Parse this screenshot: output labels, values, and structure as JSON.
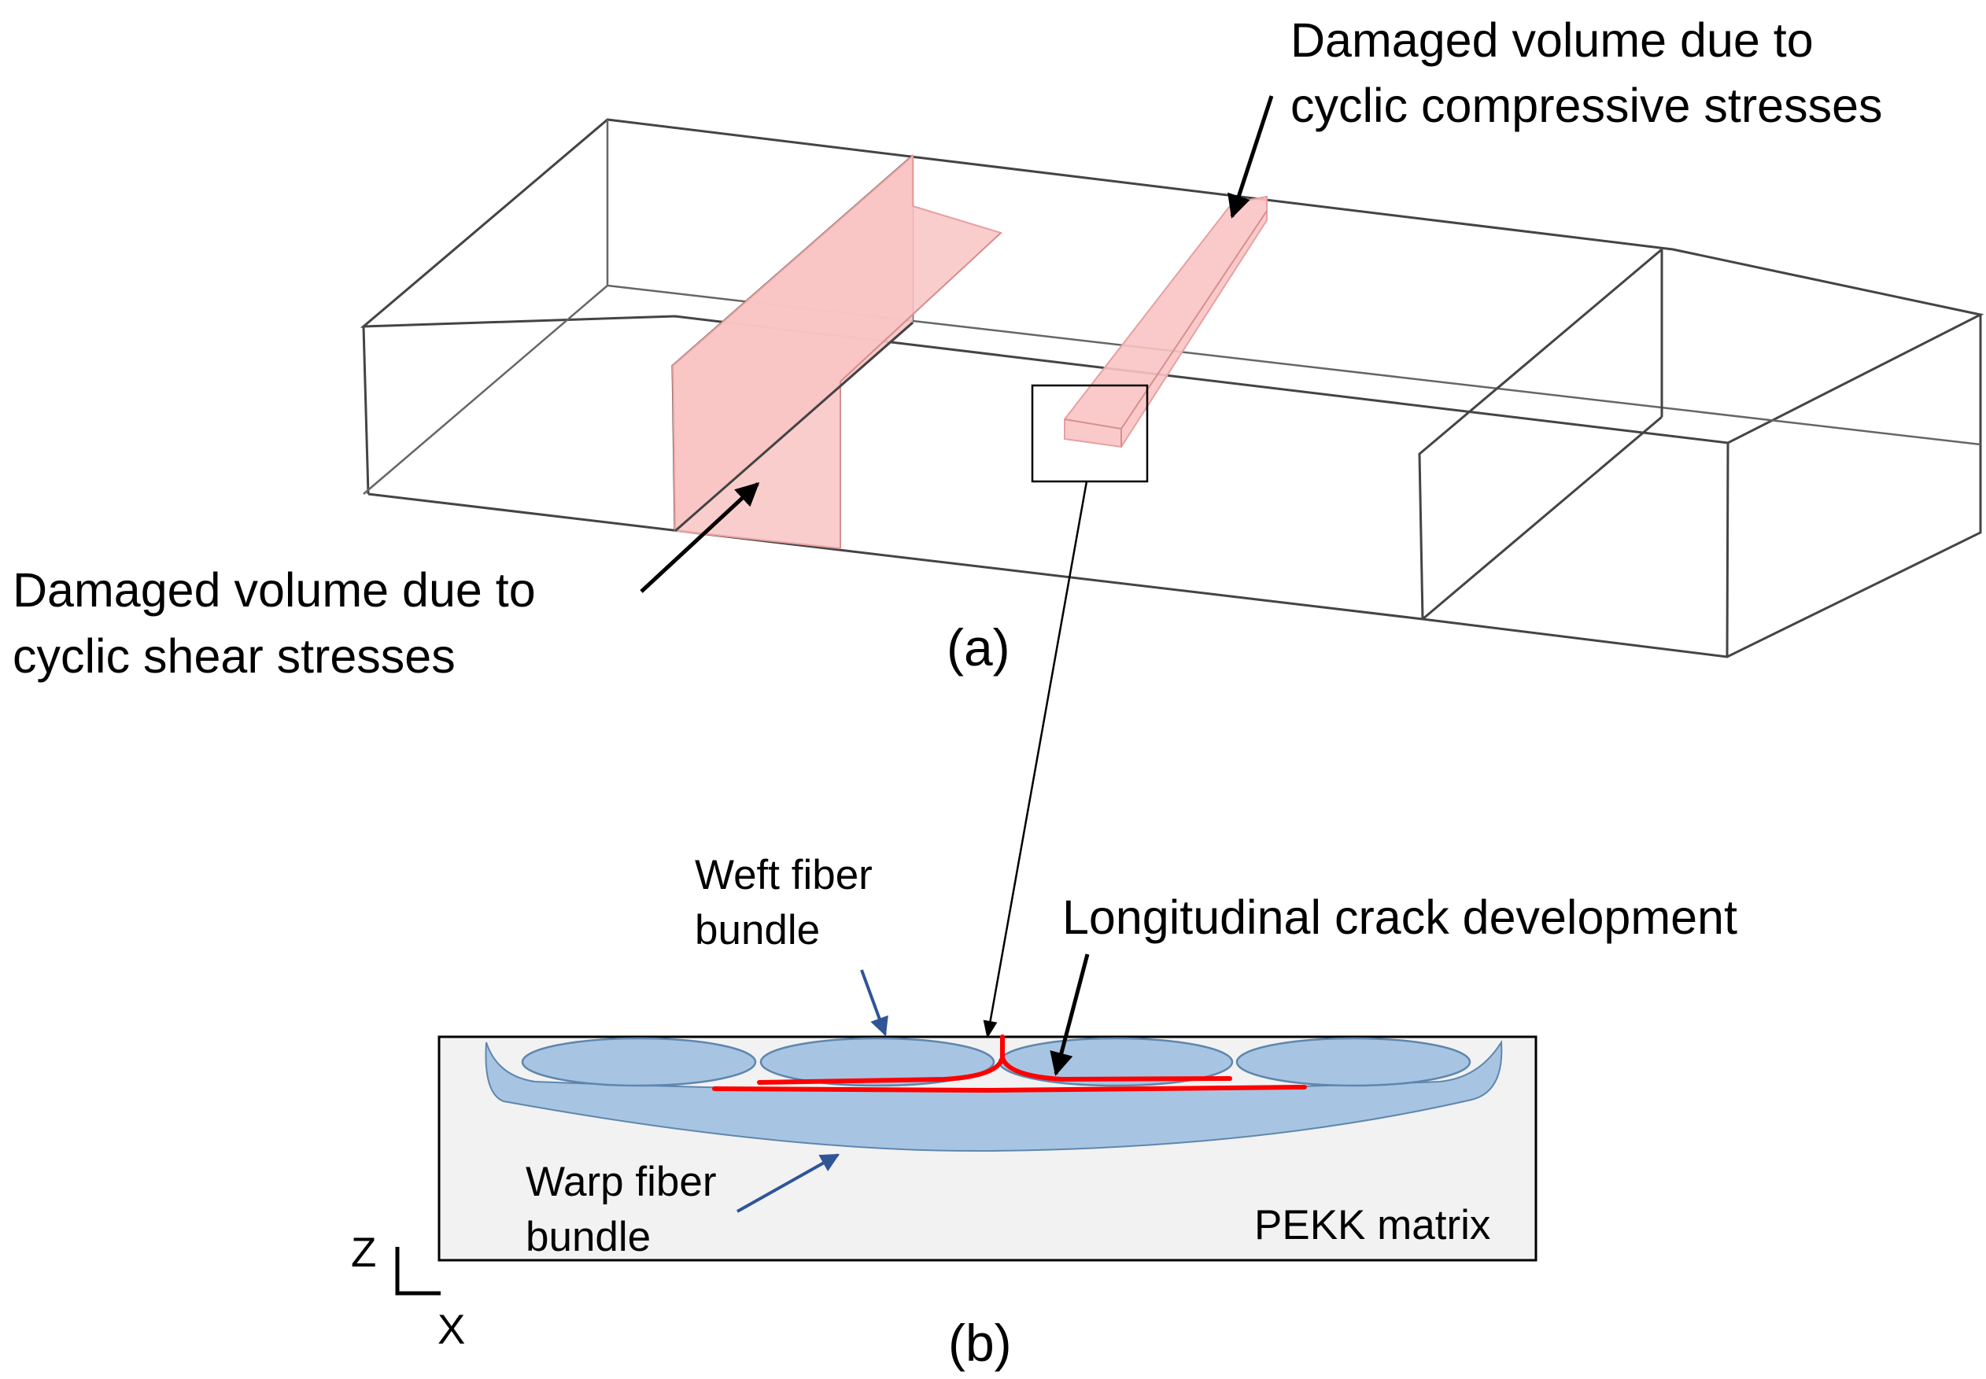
{
  "panel_a": {
    "caption": "(a)",
    "label_compressive": [
      "Damaged volume due to",
      "cyclic compressive stresses"
    ],
    "label_shear": [
      "Damaged volume due to",
      "cyclic shear stresses"
    ]
  },
  "panel_b": {
    "caption": "(b)",
    "weft_label": [
      "Weft fiber",
      "bundle"
    ],
    "warp_label": [
      "Warp fiber",
      "bundle"
    ],
    "crack_label": "Longitudinal crack development",
    "matrix_label": "PEKK matrix"
  },
  "axes": {
    "z": "Z",
    "x": "X"
  },
  "colors": {
    "damage_fill": "#f9c4c4",
    "damage_stroke": "#e8a0a0",
    "fiber_fill": "#a7c5e3",
    "fiber_stroke": "#5f86ad",
    "matrix_fill": "#f2f2f2",
    "crack": "#ff0000",
    "pointer_blue": "#2f5597"
  }
}
